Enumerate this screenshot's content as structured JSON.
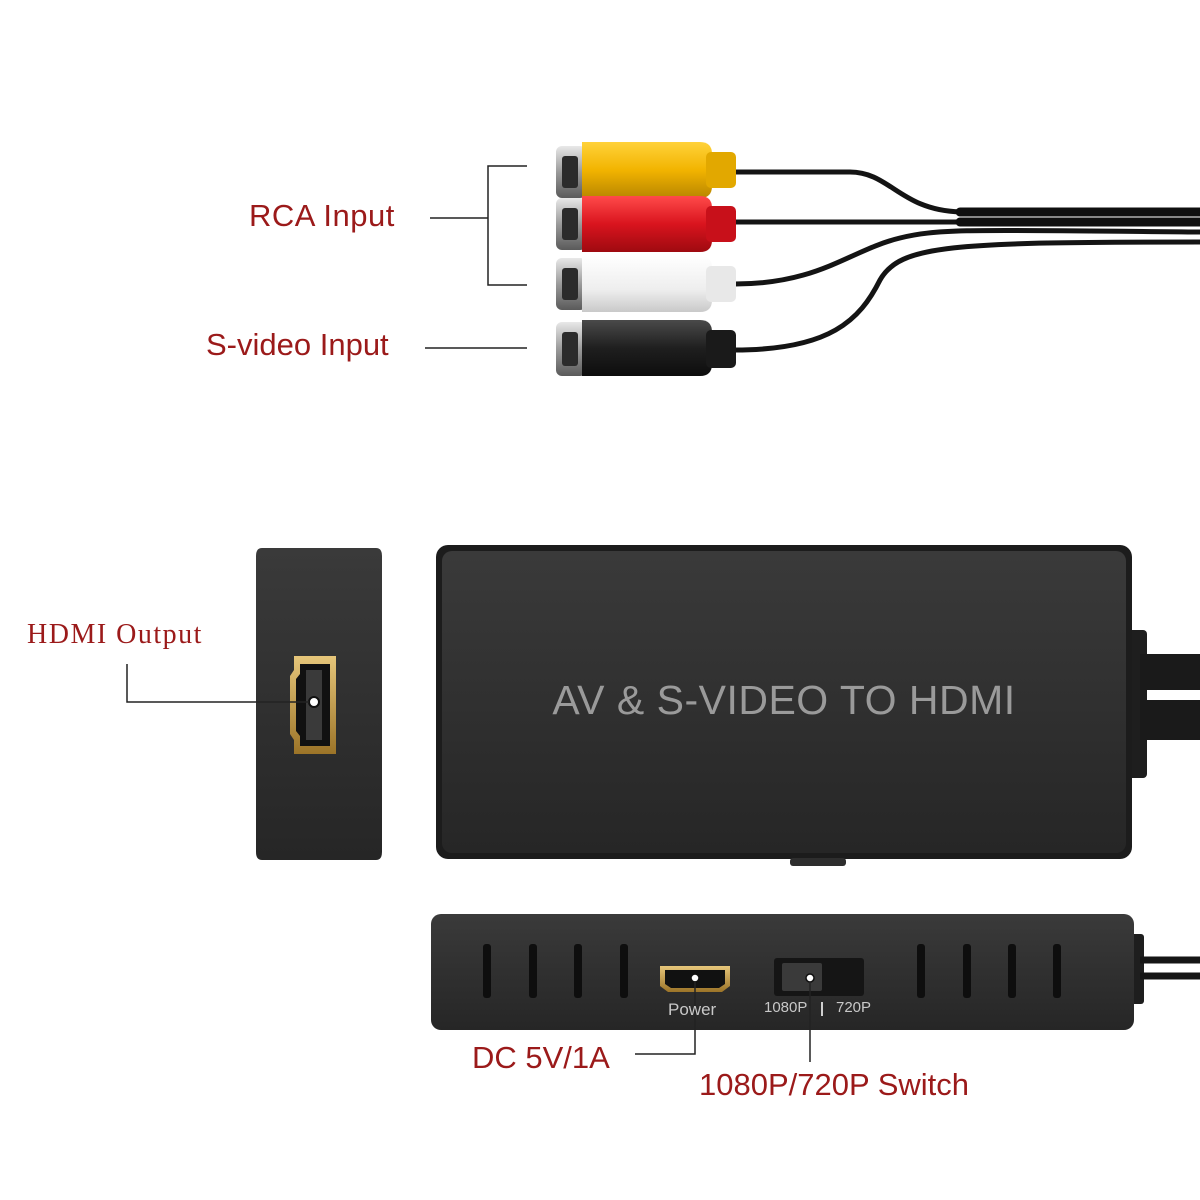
{
  "labels": {
    "rca_input": "RCA  Input",
    "svideo_input": "S-video Input",
    "hdmi_output": "HDMI Output",
    "dc_power": "DC 5V/1A",
    "resolution_switch": "1080P/720P Switch"
  },
  "device": {
    "title": "AV & S-VIDEO TO HDMI",
    "power_port_label": "Power",
    "switch_left_label": "1080P",
    "switch_right_label": "720P"
  },
  "connectors": [
    {
      "name": "yellow",
      "color": "#f2b400"
    },
    {
      "name": "red",
      "color": "#d9141e"
    },
    {
      "name": "white",
      "color": "#f2f2f2"
    },
    {
      "name": "black",
      "color": "#1e1e1e"
    }
  ],
  "colors": {
    "label_text": "#9b1a1a",
    "device_body": "#2a2a2a",
    "device_text": "#9a9a9a",
    "hdmi_gold": "#c8a04a"
  }
}
